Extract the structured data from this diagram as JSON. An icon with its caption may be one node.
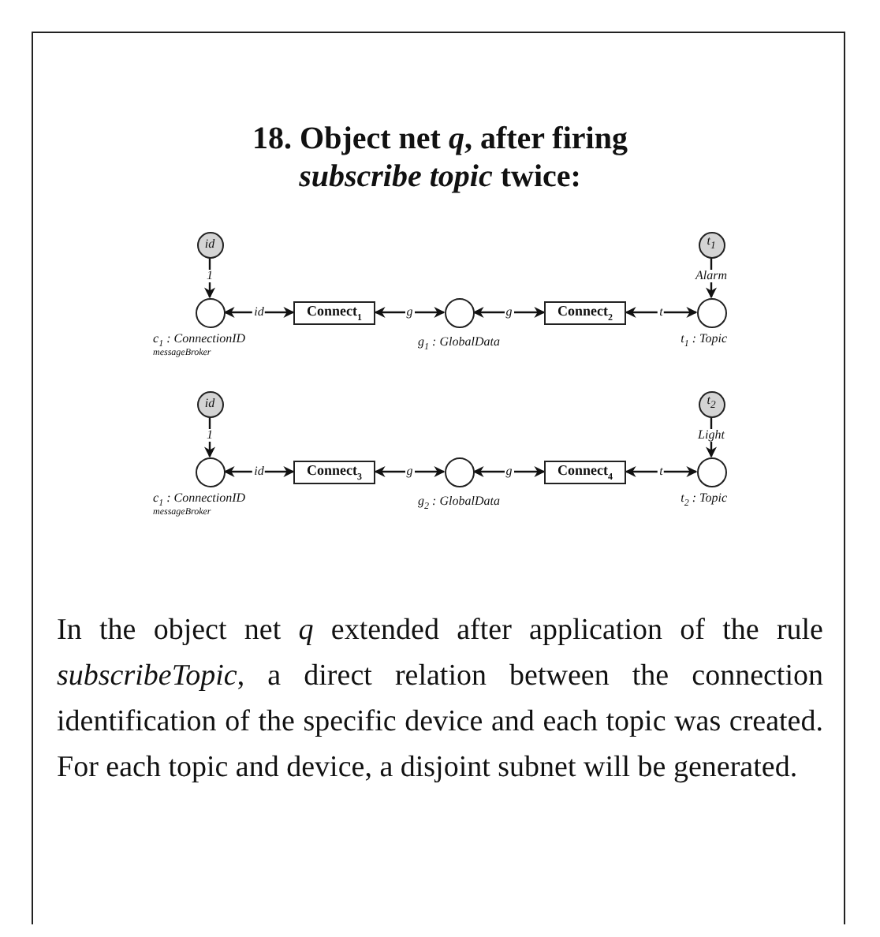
{
  "diagram": {
    "title": "18. Object net *q*, after firing *subscribe topic* twice:",
    "nodes": [
      {
        "text": [
          "id"
        ]
      },
      {
        "text": [
          "t$_{1}$"
        ]
      },
      {
        "text": [],
        "shape": "circle",
        "beside": [
          "c$_{1}$ : ConnectionID",
          "messageBroker"
        ]
      },
      {
        "text": [
          "Connect$_{1}$"
        ]
      },
      {
        "text": [],
        "shape": "circle",
        "beside": [
          "g$_{1}$ : GlobalData"
        ]
      },
      {
        "text": [
          "Connect$_{2}$"
        ]
      },
      {
        "text": [],
        "shape": "circle",
        "beside": [
          "t$_{1}$ : Topic"
        ]
      },
      {
        "text": [
          "id"
        ]
      },
      {
        "text": [
          "t$_{2}$"
        ]
      },
      {
        "text": [],
        "shape": "circle",
        "beside": [
          "c$_{1}$ : ConnectionID",
          "messageBroker"
        ]
      },
      {
        "text": [
          "Connect$_{3}$"
        ]
      },
      {
        "text": [],
        "shape": "circle",
        "beside": [
          "g$_{2}$ : GlobalData"
        ]
      },
      {
        "text": [
          "Connect$_{4}$"
        ]
      },
      {
        "text": [],
        "shape": "circle",
        "beside": [
          "t$_{2}$ : Topic"
        ]
      }
    ],
    "edges": [
      {
        "from": 0,
        "to": 2,
        "arrow": "to",
        "label": "1"
      },
      {
        "from": 2,
        "to": 3,
        "arrow": "both",
        "label": "id"
      },
      {
        "from": 3,
        "to": 4,
        "arrow": "both",
        "label": "g"
      },
      {
        "from": 4,
        "to": 5,
        "arrow": "both",
        "label": "g"
      },
      {
        "from": 5,
        "to": 6,
        "arrow": "both",
        "label": "t"
      },
      {
        "from": 1,
        "to": 6,
        "arrow": "to",
        "label": "Alarm"
      },
      {
        "from": 7,
        "to": 9,
        "arrow": "to",
        "label": "1"
      },
      {
        "from": 9,
        "to": 10,
        "arrow": "both",
        "label": "id"
      },
      {
        "from": 10,
        "to": 11,
        "arrow": "both",
        "label": "g"
      },
      {
        "from": 11,
        "to": 12,
        "arrow": "both",
        "label": "g"
      },
      {
        "from": 12,
        "to": 13,
        "arrow": "both",
        "label": "t"
      },
      {
        "from": 8,
        "to": 13,
        "arrow": "to",
        "label": "Light"
      }
    ],
    "labels": [
      "In the object net *q* extended after application of the rule *subscribeTopic*, a direct relation between the connection identification of the specific device and each topic was created. For each topic and device, a disjoint subnet will be generated."
    ]
  }
}
